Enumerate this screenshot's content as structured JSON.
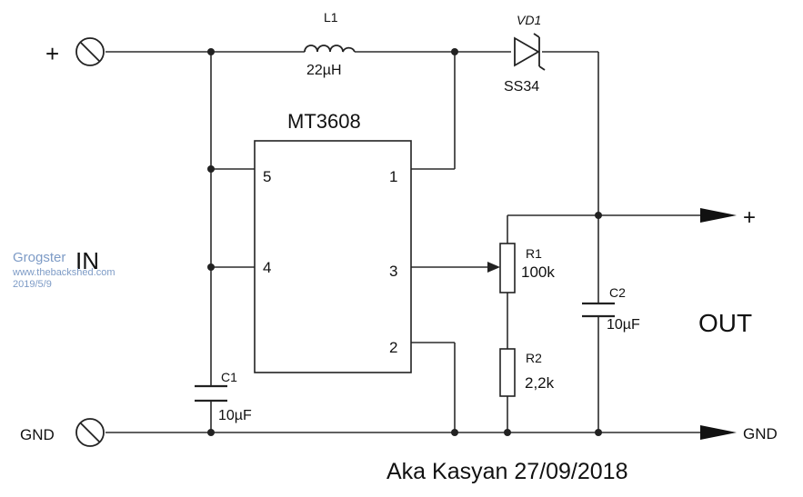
{
  "input": {
    "plus_label": "+",
    "gnd_label": "GND",
    "side_label": "IN"
  },
  "output": {
    "plus_label": "+",
    "gnd_label": "GND",
    "side_label": "OUT"
  },
  "chip": {
    "name": "MT3608",
    "pins": {
      "p5": "5",
      "p4": "4",
      "p1": "1",
      "p3": "3",
      "p2": "2"
    }
  },
  "inductor": {
    "ref": "L1",
    "value": "22µH"
  },
  "diode": {
    "ref": "VD1",
    "value": "SS34"
  },
  "cap_in": {
    "ref": "C1",
    "value": "10µF"
  },
  "cap_out": {
    "ref": "C2",
    "value": "10µF"
  },
  "pot": {
    "ref": "R1",
    "value": "100k"
  },
  "resistor": {
    "ref": "R2",
    "value": "2,2k"
  },
  "credit": "Aka Kasyan 27/09/2018",
  "watermark": {
    "name": "Grogster",
    "site": "www.thebackshed.com",
    "date": "2019/5/9"
  }
}
